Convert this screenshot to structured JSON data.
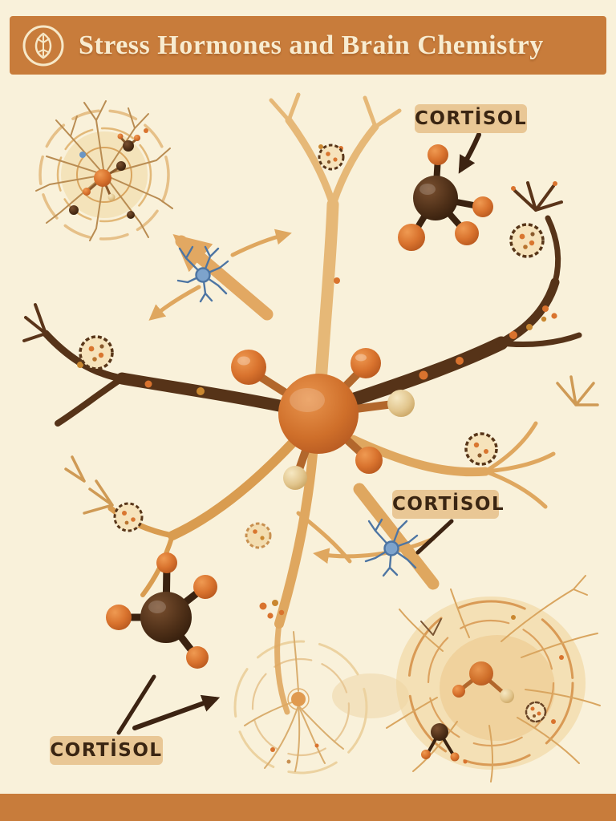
{
  "header": {
    "title": "Stress Hormones and Brain Chemistry",
    "logo": "neuron-circle-logo"
  },
  "labels": {
    "cortisol_top": "CORTİSOL",
    "cortisol_mid": "CORTİSOL",
    "cortisol_bottom": "CORTİSOL"
  },
  "colors": {
    "background": "#f9f1da",
    "banner": "#c87c3b",
    "banner_text": "#f8ecd0",
    "label_bg": "#e9c795",
    "label_text": "#3a2512",
    "branch_tan": "#dfa75f",
    "branch_dark": "#563318",
    "molecule_orange": "#d9732e",
    "molecule_brown": "#4f3018",
    "neuron_blue": "#6b96c4"
  }
}
